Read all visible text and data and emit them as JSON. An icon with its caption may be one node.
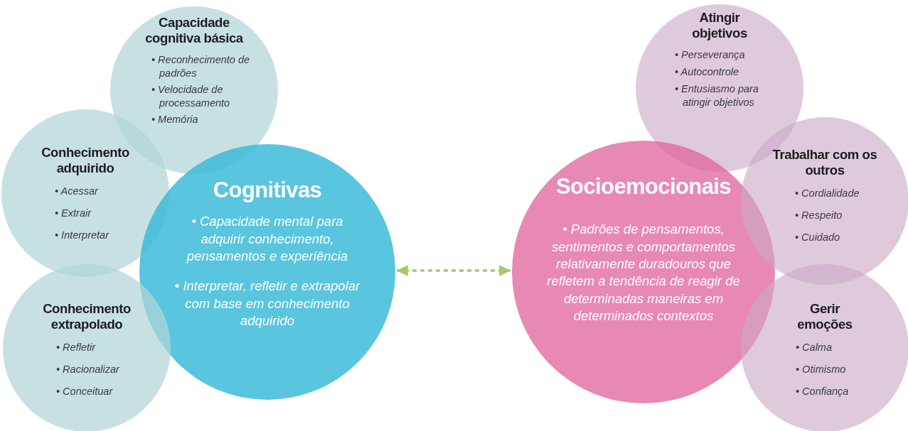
{
  "diagram": {
    "nodes": [
      {
        "text": [
          "Capacidade cognitiva básica",
          "• Reconhecimento de padrões",
          "• Velocidade de processamento",
          "• Memória"
        ]
      },
      {
        "text": [
          "Conhecimento adquirido",
          "• Acessar",
          "• Extrair",
          "• Interpretar"
        ]
      },
      {
        "text": [
          "Cognitivas",
          "• Capacidade mental para adquirir conhecimento, pensamentos e experiência",
          "• Interpretar, refletir e extrapolar com base em conhecimento adquirido"
        ]
      },
      {
        "text": [
          "Conhecimento extrapolado",
          "• Refletir",
          "• Racionalizar",
          "• Conceituar"
        ]
      },
      {
        "text": [
          "Atingir objetivos",
          "• Perseverança",
          "• Autocontrole",
          "• Entusiasmo para atingir objetivos"
        ]
      },
      {
        "text": [
          "Socioemocionais",
          "• Padrões de pensamentos, sentimentos e comportamentos relativamente duradouros que refletem a tendência de reagir de determinadas maneiras em determinados contextos"
        ]
      },
      {
        "text": [
          "Trabalhar com os outros",
          "• Cordialidade",
          "• Respeito",
          "• Cuidado"
        ]
      },
      {
        "text": [
          "Gerir emoções",
          "• Calma",
          "• Otimismo",
          "• Confiança"
        ]
      }
    ],
    "edges": [
      {
        "from": 2,
        "to": 5,
        "arrow": "both",
        "style": "dashed",
        "color": "#a5c965"
      }
    ]
  }
}
